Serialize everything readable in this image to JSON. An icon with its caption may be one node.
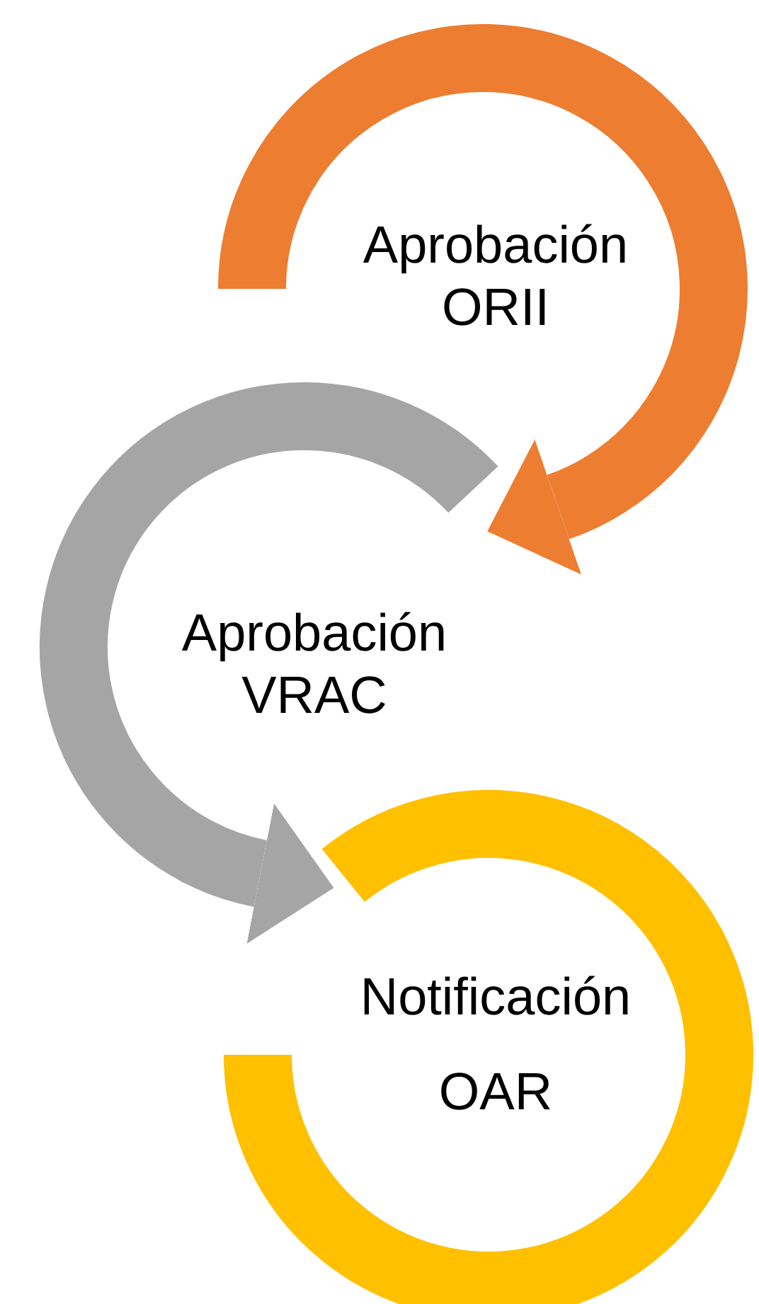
{
  "diagram": {
    "nodes": [
      {
        "text": [
          "Aprobación ORII"
        ]
      },
      {
        "text": [
          "Aprobación VRAC"
        ]
      },
      {
        "text": [
          "Notificación OAR"
        ]
      }
    ],
    "edges": [
      {
        "from": 0,
        "to": 1,
        "arrow": "to",
        "color": "#ed7d31"
      },
      {
        "from": 1,
        "to": 2,
        "arrow": "to",
        "color": "#a5a5a5"
      }
    ]
  }
}
